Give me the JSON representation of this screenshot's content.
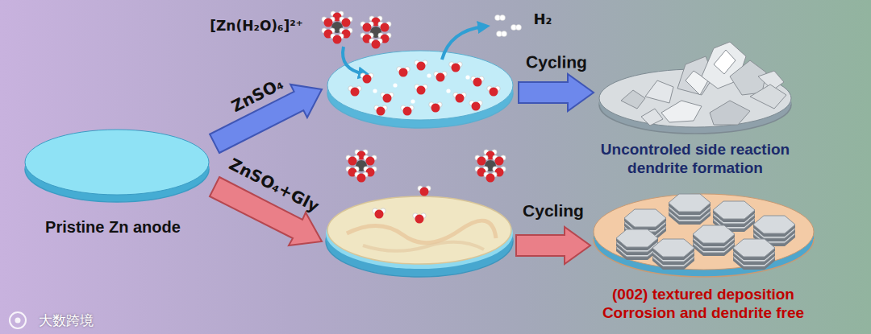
{
  "diagram": {
    "nodes": [
      {
        "text": [
          "Pristine Zn anode"
        ]
      },
      {
        "text": [
          "[Zn(H₂O)₆]²⁺",
          "H₂"
        ]
      },
      {
        "text": [
          "Uncontroled side reaction dendrite formation"
        ]
      },
      {
        "text": [
          "(002) textured deposition Corrosion and dendrite free"
        ]
      }
    ],
    "edges": [
      {
        "from": 0,
        "to": 1,
        "arrow": "to",
        "label": "ZnSO₄"
      },
      {
        "from": 1,
        "to": 2,
        "arrow": "to",
        "label": "Cycling"
      }
    ],
    "labels": [
      "ZnSO₄+Gly",
      "Cycling",
      "大数跨境"
    ]
  }
}
